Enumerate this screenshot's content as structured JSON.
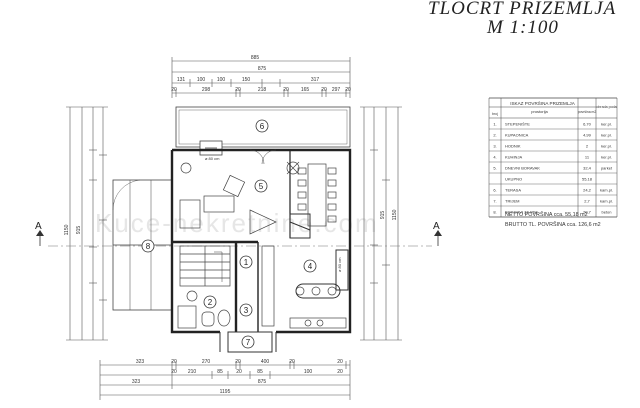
{
  "title": "TLOCRT PRIZEMLJA",
  "scale": "M 1:100",
  "section_marks": [
    "A",
    "A"
  ],
  "dims": {
    "top_total": "885",
    "top_second": "875",
    "top_row": [
      "131",
      "100",
      "100",
      "150",
      "",
      "317"
    ],
    "top_row_b": [
      "20",
      "298",
      "20",
      "218",
      "20",
      "165",
      "20",
      "297",
      "20"
    ],
    "bottom_row": [
      "20",
      "323",
      "20",
      "270",
      "20",
      "400",
      "20"
    ],
    "bottom_row_b": [
      "20",
      "210",
      "85",
      "20",
      "85",
      "100",
      "20"
    ],
    "bottom_second": "875",
    "bottom_third": "323",
    "bottom_total": "1195",
    "left_a": "1150",
    "left_b": "915",
    "right_a": "1150",
    "right_b": "915",
    "bad_room": "ø 80 cm",
    "stair_room": "ø 80 cm"
  },
  "rooms": [
    {
      "num": "1"
    },
    {
      "num": "2"
    },
    {
      "num": "3"
    },
    {
      "num": "4"
    },
    {
      "num": "5"
    },
    {
      "num": "6"
    },
    {
      "num": "7"
    },
    {
      "num": "8"
    }
  ],
  "table": {
    "header": "ISKAZ POVRŠINA PRIZEMLJA",
    "col_name": "prostorija",
    "col_area": "površina m2",
    "col_floor": "obrada poda",
    "col_num": "broj",
    "rows": [
      {
        "num": "1.",
        "name": "STEPENIŠTE",
        "area": "6,70",
        "floor": "ker.pl."
      },
      {
        "num": "2.",
        "name": "KUPAONICA",
        "area": "4,99",
        "floor": "ker.pl."
      },
      {
        "num": "3.",
        "name": "HODNIK",
        "area": "2",
        "floor": "ker.pl."
      },
      {
        "num": "4.",
        "name": "KUHINJA",
        "area": "11",
        "floor": "ker.pl."
      },
      {
        "num": "5.",
        "name": "DNEVNI BORAVAK",
        "area": "32,4",
        "floor": "parket"
      },
      {
        "num": "",
        "name": "UKUPNO",
        "area": "55,18",
        "floor": ""
      },
      {
        "num": "6.",
        "name": "TERASA",
        "area": "24,2",
        "floor": "kam.pl."
      },
      {
        "num": "7.",
        "name": "TRIJEM",
        "area": "2,7",
        "floor": "kam.pl."
      },
      {
        "num": "8.",
        "name": "BOKSOVI ZA PSE",
        "area": "20,7",
        "floor": "beton"
      }
    ],
    "netto": "NETTO POVRŠINA cca. 55,18 m2",
    "brutto": "BRUTTO TL. POVRŠINA cca. 126,6 m2"
  },
  "watermark": "Kuce-nekretnine.com",
  "colors": {
    "line": "#333333",
    "light": "#9a9a9a",
    "watermark": "#e6e6e6"
  }
}
